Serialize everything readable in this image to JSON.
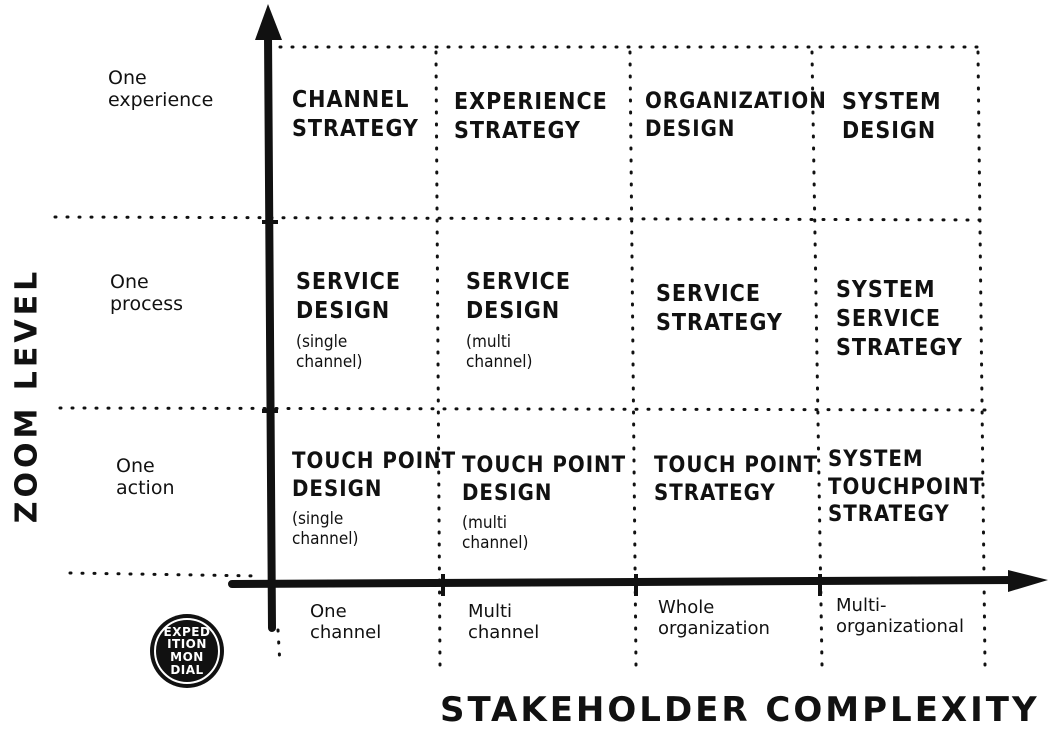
{
  "axes": {
    "y_title": "ZOOM LEVEL",
    "x_title": "STAKEHOLDER COMPLEXITY"
  },
  "row_labels": [
    "One\nexperience",
    "One\nprocess",
    "One\naction"
  ],
  "column_labels": [
    "One\nchannel",
    "Multi\nchannel",
    "Whole\norganization",
    "Multi-\norganizational"
  ],
  "cells": [
    [
      {
        "title": "CHANNEL\nSTRATEGY",
        "note": ""
      },
      {
        "title": "EXPERIENCE\nSTRATEGY",
        "note": ""
      },
      {
        "title": "ORGANIZATION\nDESIGN",
        "note": ""
      },
      {
        "title": "SYSTEM\nDESIGN",
        "note": ""
      }
    ],
    [
      {
        "title": "SERVICE\nDESIGN",
        "note": "(single\nchannel)"
      },
      {
        "title": "SERVICE\nDESIGN",
        "note": "(multi\nchannel)"
      },
      {
        "title": "SERVICE\nSTRATEGY",
        "note": ""
      },
      {
        "title": "SYSTEM\nSERVICE\nSTRATEGY",
        "note": ""
      }
    ],
    [
      {
        "title": "TOUCH POINT\nDESIGN",
        "note": "(single\nchannel)"
      },
      {
        "title": "TOUCH POINT\nDESIGN",
        "note": "(multi\nchannel)"
      },
      {
        "title": "TOUCH POINT\nSTRATEGY",
        "note": ""
      },
      {
        "title": "SYSTEM\nTOUCHPOINT\nSTRATEGY",
        "note": ""
      }
    ]
  ],
  "logo": {
    "line1": "EXPED",
    "line2": "ITION",
    "line3": "MON",
    "line4": "DIAL"
  },
  "colors": {
    "ink": "#111111",
    "background": "#ffffff"
  }
}
